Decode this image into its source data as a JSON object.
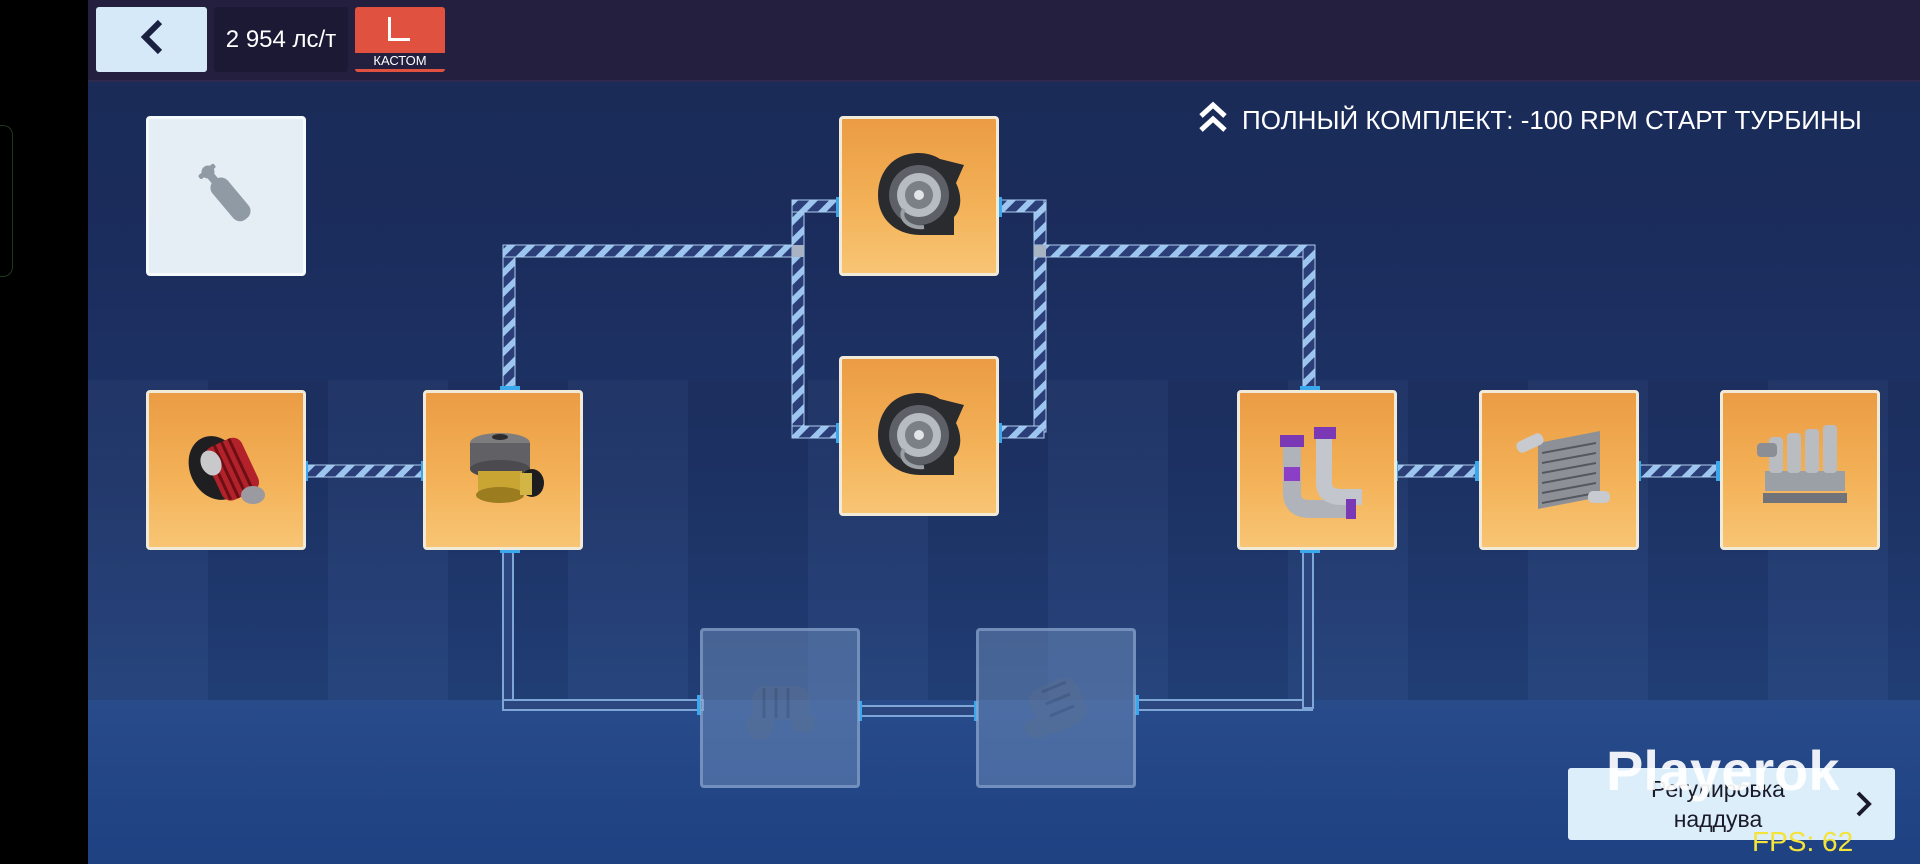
{
  "topbar": {
    "back_icon": "chevron-left-icon",
    "power_value": "2 954",
    "power_unit": "лс/т",
    "custom_label": "КАСТОМ"
  },
  "bonus": {
    "icon": "double-chevron-up-icon",
    "text": "ПОЛНЫЙ КОМПЛЕКТ: -100 RPM СТАРТ ТУРБИНЫ"
  },
  "parts": [
    {
      "name": "nitrous-bottle",
      "state": "empty"
    },
    {
      "name": "air-filter",
      "state": "installed"
    },
    {
      "name": "blow-off-valve",
      "state": "installed"
    },
    {
      "name": "turbocharger-top",
      "state": "installed"
    },
    {
      "name": "turbocharger-bottom",
      "state": "installed"
    },
    {
      "name": "intake-pipe",
      "state": "installed"
    },
    {
      "name": "intercooler",
      "state": "installed"
    },
    {
      "name": "intake-manifold",
      "state": "installed"
    },
    {
      "name": "supercharger-1",
      "state": "locked"
    },
    {
      "name": "supercharger-2",
      "state": "locked"
    }
  ],
  "adjust_button": {
    "label_line1": "Регулировка",
    "label_line2": "наддува",
    "icon": "chevron-right-icon"
  },
  "watermark": "Playerok",
  "fps": "FPS: 62"
}
